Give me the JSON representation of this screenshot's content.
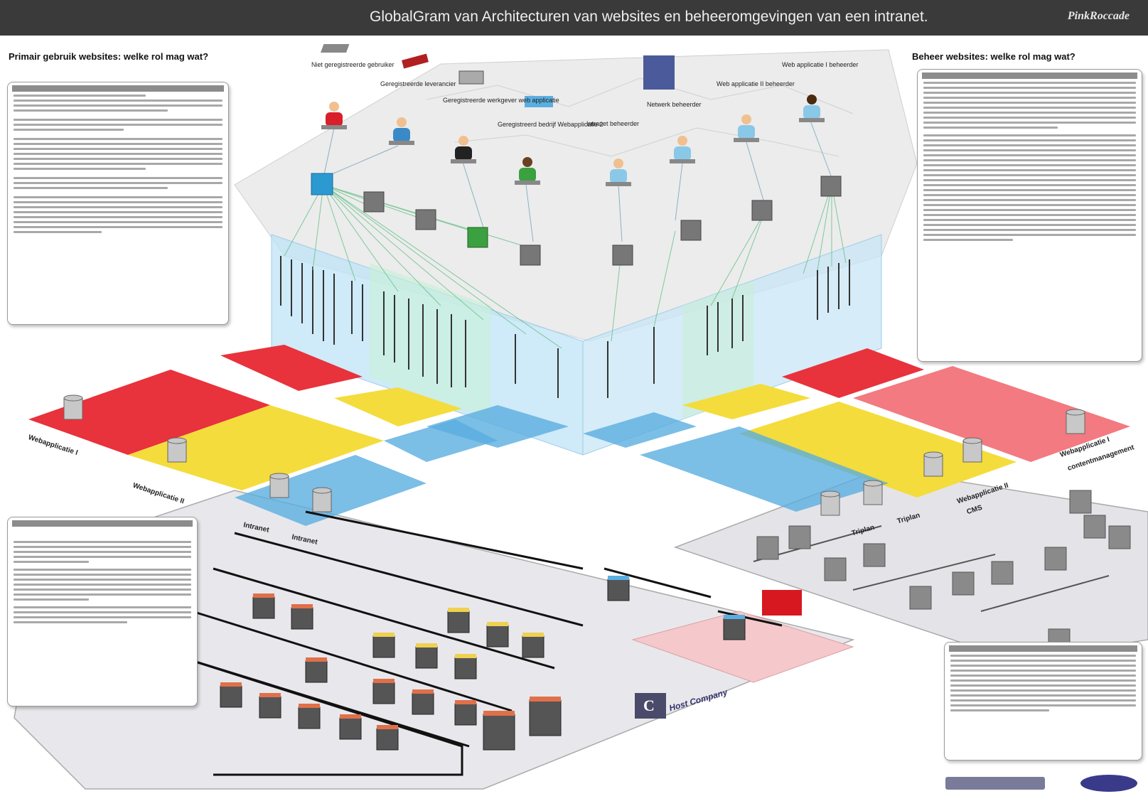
{
  "header": {
    "title": "GlobalGram  van Architecturen van websites en beheeromgevingen van een intranet.",
    "brand": "PinkRoccade"
  },
  "left_heading": "Primair gebruik websites: welke rol mag wat?",
  "right_heading": "Beheer websites: welke rol mag wat?",
  "actor_labels": {
    "unregistered_user": "Niet geregistreerde gebruiker",
    "registered_vendor": "Geregistreerde leverancier",
    "registered_employer": "Geregistreerde werkgever web applicatie",
    "registered_company": "Geregistreerd bedrijf Webapplicatie 2",
    "intranet_admin": "Intranet beheerder",
    "web_app_admin": "Web applicatie I beheerder",
    "web_app2_admin": "Web applicatie II beheerder",
    "network_admin": "Netwerk beheerder"
  },
  "zone_labels": {
    "web1": "Webapplicatie I",
    "web2": "Webapplicatie II",
    "intranet": "Intranet",
    "extranet": "Intranet",
    "web_r1": "Webapplicatie I",
    "web_r2": "Webapplicatie II",
    "content_mgmt": "contentmanagement",
    "cms": "CMS",
    "triplan1": "Triplan",
    "triplan2": "Triplan"
  },
  "bottom": {
    "host_company": "Host Company"
  },
  "colors": {
    "red_zone": "#e8323c",
    "yellow_zone": "#f4dc3c",
    "blue_zone": "#5aaee0",
    "glass": "#bfe3f5",
    "server_top": "#e0704a",
    "server_top_y": "#f0d050",
    "server_body": "#555555",
    "bg_title": "#3a3a3a"
  }
}
